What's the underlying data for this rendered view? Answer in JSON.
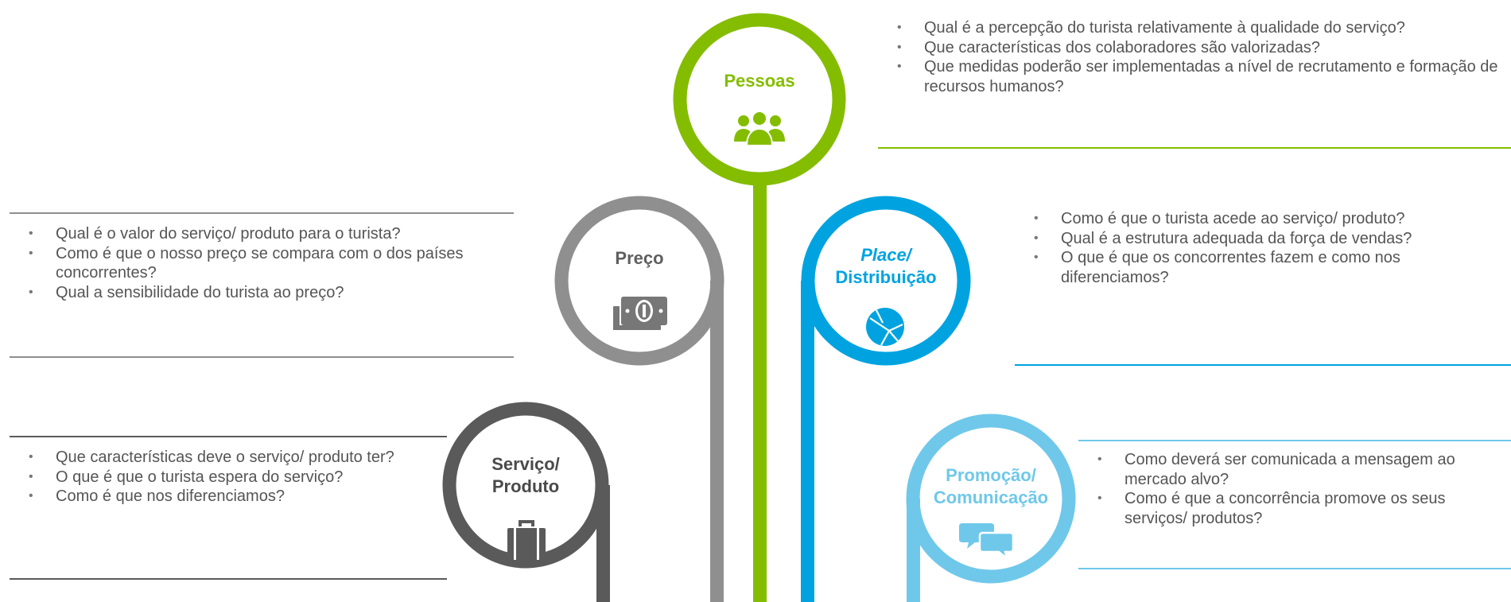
{
  "colors": {
    "pessoas": "#84bd00",
    "preco": "#8f8f8f",
    "servico": "#5a5a5a",
    "place": "#00a3e0",
    "promocao": "#6fc8ea"
  },
  "nodes": {
    "pessoas": {
      "title": "Pessoas",
      "icon": "people-icon"
    },
    "preco": {
      "title": "Preço",
      "icon": "money-icon"
    },
    "place": {
      "title_italic": "Place/",
      "title": "Distribuição",
      "icon": "globe-icon"
    },
    "servico": {
      "title_line1": "Serviço/",
      "title_line2": "Produto",
      "icon": "briefcase-icon"
    },
    "promocao": {
      "title_line1": "Promoção/",
      "title_line2": "Comunicação",
      "icon": "chat-icon"
    }
  },
  "questions": {
    "pessoas": [
      "Qual é a percepção do turista relativamente à qualidade do serviço?",
      "Que características dos colaboradores são valorizadas?",
      "Que medidas poderão ser implementadas a nível de recrutamento e formação de recursos humanos?"
    ],
    "preco": [
      "Qual é o valor do serviço/ produto para o turista?",
      "Como é que o nosso preço se compara com o dos países concorrentes?",
      "Qual a sensibilidade do turista ao preço?"
    ],
    "place": [
      "Como é que o turista acede ao serviço/ produto?",
      "Qual é a estrutura adequada da força de vendas?",
      "O que é que os concorrentes fazem e como nos diferenciamos?"
    ],
    "servico": [
      "Que características deve o serviço/ produto ter?",
      "O que é que o turista espera do serviço?",
      "Como é que nos diferenciamos?"
    ],
    "promocao": [
      "Como deverá ser comunicada a mensagem ao mercado alvo?",
      "Como é que a concorrência promove os seus serviços/ produtos?"
    ]
  }
}
